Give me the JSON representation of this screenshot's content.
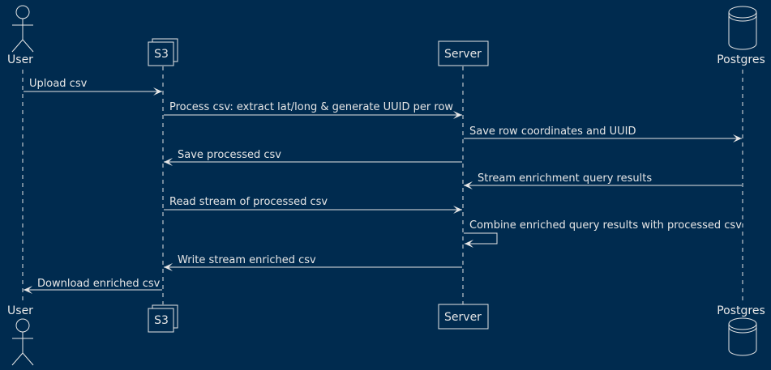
{
  "participants": {
    "user": "User",
    "s3": "S3",
    "server": "Server",
    "postgres": "Postgres"
  },
  "messages": [
    {
      "label": "Upload csv",
      "from": "user",
      "to": "s3"
    },
    {
      "label": "Process csv: extract lat/long & generate UUID per row",
      "from": "s3",
      "to": "server"
    },
    {
      "label": "Save row coordinates and UUID",
      "from": "server",
      "to": "postgres"
    },
    {
      "label": "Save processed csv",
      "from": "server",
      "to": "s3"
    },
    {
      "label": "Stream enrichment query results",
      "from": "postgres",
      "to": "server"
    },
    {
      "label": "Read stream of processed csv",
      "from": "s3",
      "to": "server"
    },
    {
      "label": "Combine enriched query results with processed csv",
      "from": "server",
      "to": "server"
    },
    {
      "label": "Write stream enriched csv",
      "from": "server",
      "to": "s3"
    },
    {
      "label": "Download enriched csv",
      "from": "s3",
      "to": "user"
    }
  ],
  "colors": {
    "background": "#002B4F",
    "foreground": "#E6E6E6"
  }
}
